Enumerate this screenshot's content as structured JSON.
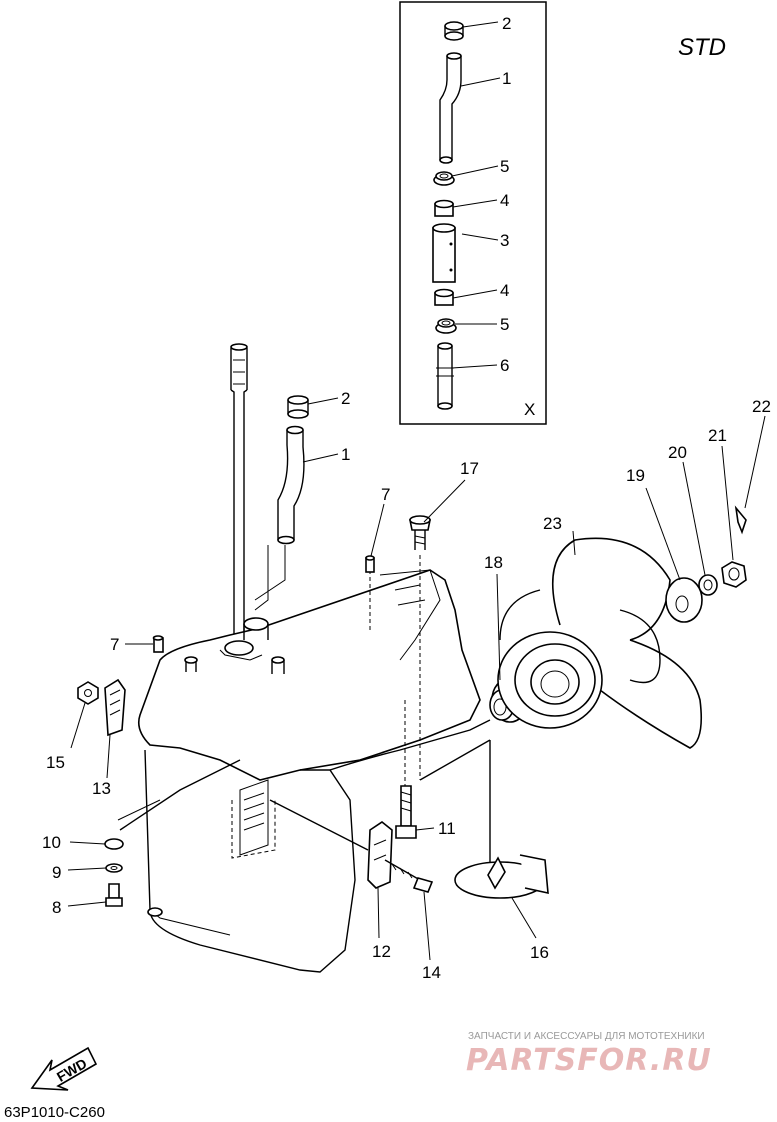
{
  "diagram": {
    "variant_label": "STD",
    "detail_box_label": "X",
    "diagram_code": "63P1010-C260",
    "fwd_label": "FWD",
    "callouts": {
      "c1": "1",
      "c2": "2",
      "c3": "3",
      "c4": "4",
      "c5": "5",
      "c6": "6",
      "c7": "7",
      "c8": "8",
      "c9": "9",
      "c10": "10",
      "c11": "11",
      "c12": "12",
      "c13": "13",
      "c14": "14",
      "c15": "15",
      "c16": "16",
      "c17": "17",
      "c18": "18",
      "c19": "19",
      "c20": "20",
      "c21": "21",
      "c22": "22",
      "c23": "23",
      "d1": "1",
      "d2": "2",
      "d3": "3",
      "d4a": "4",
      "d4b": "4",
      "d5a": "5",
      "d5b": "5",
      "d6": "6"
    }
  },
  "watermark": {
    "tagline": "ЗАПЧАСТИ И АКСЕССУАРЫ ДЛЯ МОТОТЕХНИКИ",
    "brand": "PARTSFOR.RU"
  }
}
